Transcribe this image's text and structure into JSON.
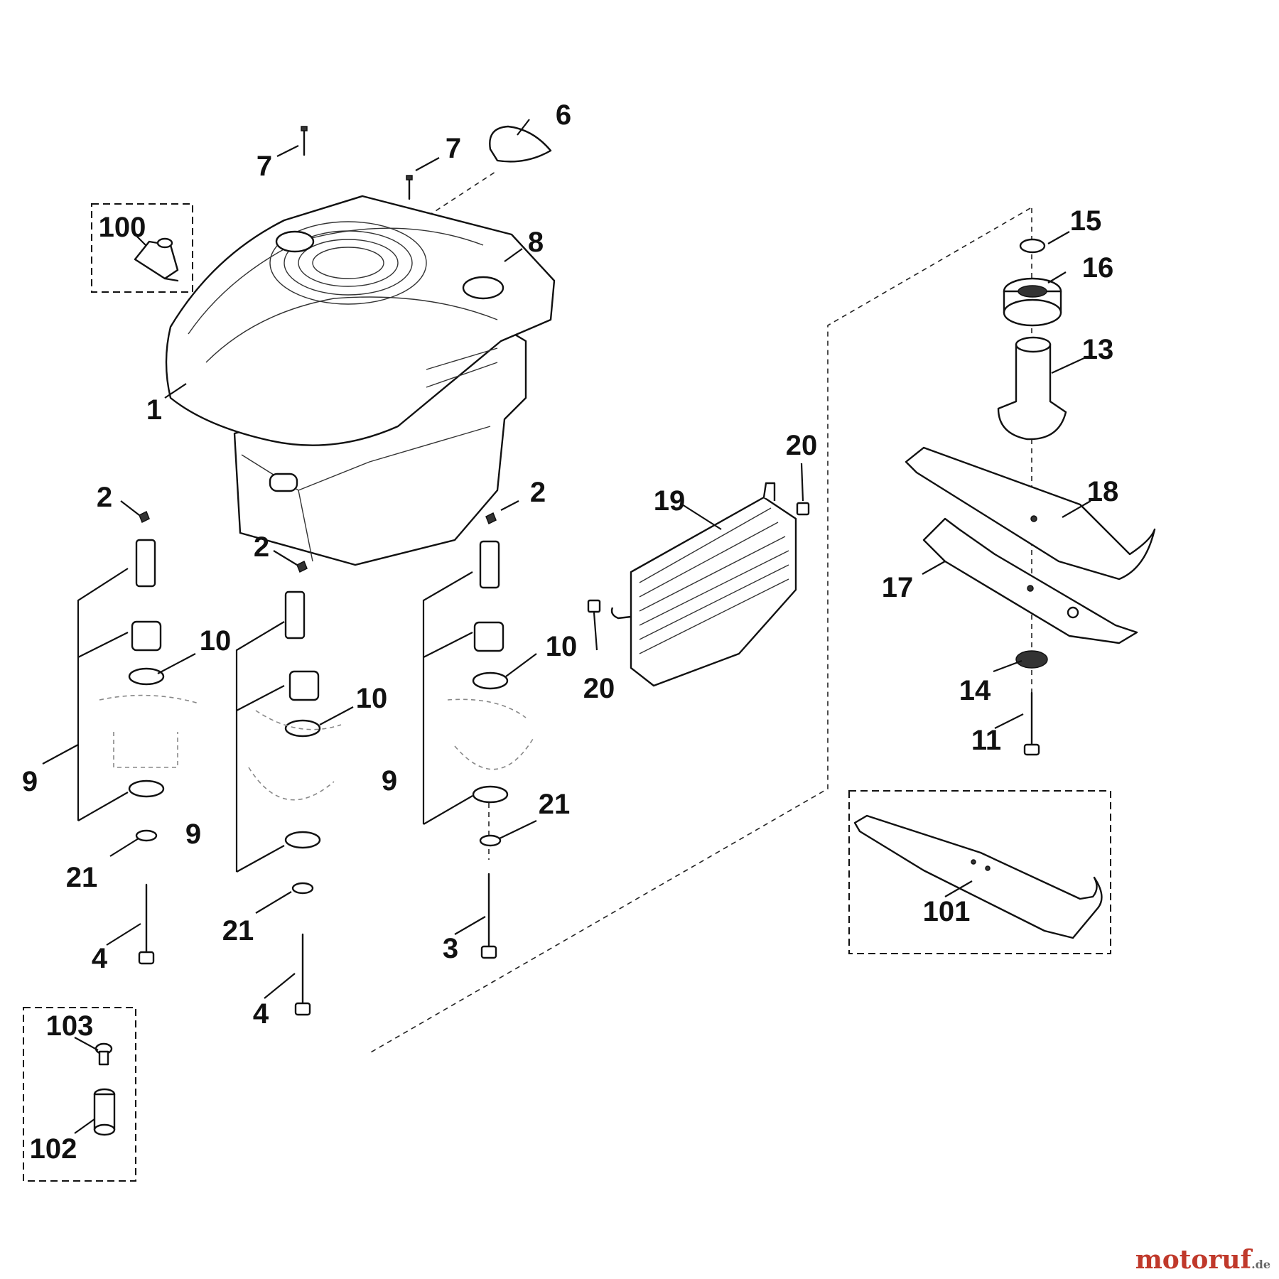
{
  "diagram": {
    "callouts": {
      "c1": "1",
      "c2a": "2",
      "c2b": "2",
      "c2c": "2",
      "c3": "3",
      "c4a": "4",
      "c4b": "4",
      "c6": "6",
      "c7a": "7",
      "c7b": "7",
      "c8": "8",
      "c9a": "9",
      "c9b": "9",
      "c9c": "9",
      "c10a": "10",
      "c10b": "10",
      "c10c": "10",
      "c11": "11",
      "c13": "13",
      "c14": "14",
      "c15": "15",
      "c16": "16",
      "c17": "17",
      "c18": "18",
      "c19": "19",
      "c20a": "20",
      "c20b": "20",
      "c21a": "21",
      "c21b": "21",
      "c21c": "21",
      "c100": "100",
      "c101": "101",
      "c102": "102",
      "c103": "103"
    }
  },
  "watermark": {
    "main": "motoruf",
    "suffix": ".de"
  }
}
